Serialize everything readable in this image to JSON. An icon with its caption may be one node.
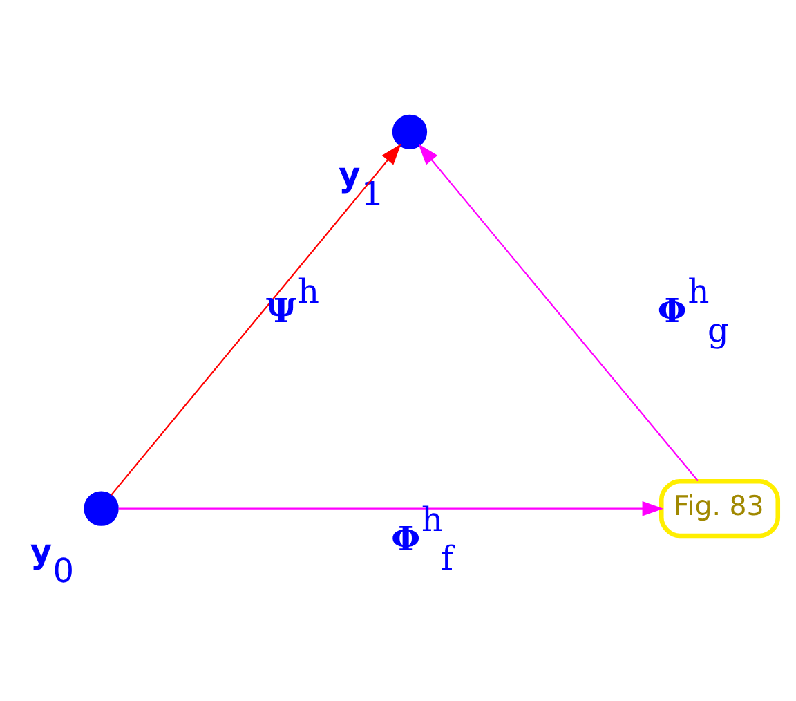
{
  "diagram": {
    "nodes": [
      {
        "text": [],
        "shape": "circle",
        "beside": [
          "**y**$_{0}$"
        ]
      },
      {
        "text": [],
        "shape": "circle",
        "beside": [
          "**y**$_{1}$"
        ]
      },
      {
        "text": [
          "Fig. 83"
        ]
      }
    ],
    "edges": [
      {
        "from": 0,
        "to": 1,
        "arrow": "to",
        "label": "**Ψ**$^{h}$",
        "color": "#ff0000"
      },
      {
        "from": 0,
        "to": 2,
        "arrow": "to",
        "label": "**Φ**$^{h}$$_{f}$"
      },
      {
        "from": 2,
        "to": 1,
        "arrow": "to",
        "label": "**Φ**$^{h}$$_{g}$"
      }
    ]
  }
}
